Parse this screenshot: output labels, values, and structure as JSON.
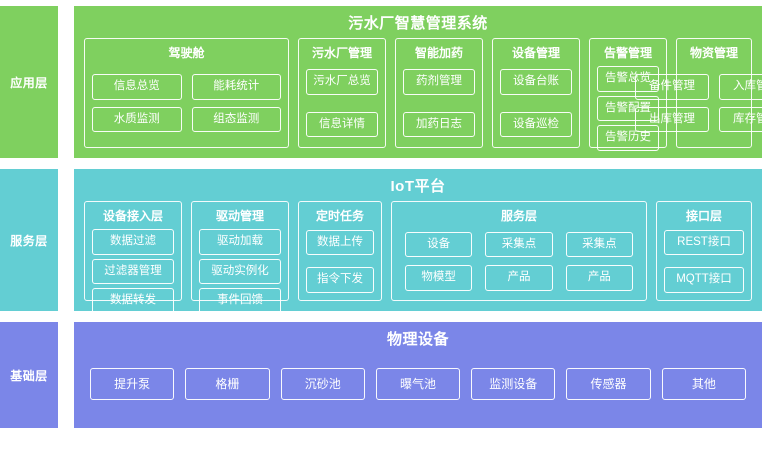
{
  "layers": [
    {
      "tab_label": "应用层",
      "title": "污水厂智慧管理系统",
      "color": "#7fd05f",
      "groups": [
        {
          "title": "驾驶舱",
          "items": [
            "信息总览",
            "能耗统计",
            "水质监测",
            "组态监测"
          ]
        },
        {
          "title": "污水厂管理",
          "items": [
            "污水厂总览",
            "信息详情"
          ]
        },
        {
          "title": "智能加药",
          "items": [
            "药剂管理",
            "加药日志"
          ]
        },
        {
          "title": "设备管理",
          "items": [
            "设备台账",
            "设备巡检"
          ]
        },
        {
          "title": "告警管理",
          "items": [
            "告警总览",
            "告警配置",
            "告警历史"
          ]
        },
        {
          "title": "物资管理",
          "items": [
            "备件管理",
            "入库管理",
            "出库管理",
            "库存管理"
          ]
        }
      ]
    },
    {
      "tab_label": "服务层",
      "title": "IoT平台",
      "color": "#63ced3",
      "groups": [
        {
          "title": "设备接入层",
          "items": [
            "数据过滤",
            "过滤器管理",
            "数据转发"
          ]
        },
        {
          "title": "驱动管理",
          "items": [
            "驱动加载",
            "驱动实例化",
            "事件回馈"
          ]
        },
        {
          "title": "定时任务",
          "items": [
            "数据上传",
            "指令下发"
          ]
        },
        {
          "title": "服务层",
          "items": [
            "设备",
            "采集点",
            "采集点",
            "物模型",
            "产品",
            "产品"
          ]
        },
        {
          "title": "接口层",
          "items": [
            "REST接口",
            "MQTT接口"
          ]
        }
      ]
    },
    {
      "tab_label": "基础层",
      "title": "物理设备",
      "color": "#7b86e8",
      "groups": [],
      "items": [
        "提升泵",
        "格栅",
        "沉砂池",
        "曝气池",
        "监测设备",
        "传感器",
        "其他"
      ]
    }
  ]
}
